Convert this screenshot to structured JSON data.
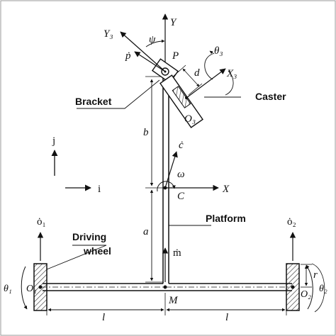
{
  "labels": {
    "Y": "Y",
    "Y3": "Y₃",
    "X": "X",
    "X3": "X₃",
    "psi": "ψ",
    "P": "P",
    "p_dot": "ṗ",
    "theta3": "θ₃",
    "d": "d",
    "O3": "O₃",
    "b": "b",
    "a": "a",
    "c_dot": "ċ",
    "omega": "ω",
    "C": "C",
    "j": "j",
    "i": "i",
    "o1_dot": "ȯ₁",
    "o2_dot": "ȯ₂",
    "m_dot": "ṁ",
    "r": "r",
    "theta1": "θ₁",
    "theta2": "θ₂",
    "O1": "O₁",
    "O2": "O₂",
    "M": "M",
    "l_left": "l",
    "l_right": "l"
  },
  "names": {
    "bracket": "Bracket",
    "caster": "Caster",
    "platform": "Platform",
    "driving_wheel_line1": "Driving",
    "driving_wheel_line2": "wheel"
  },
  "colors": {
    "ink": "#111111",
    "hatch": "#333333",
    "background": "#ffffff"
  }
}
